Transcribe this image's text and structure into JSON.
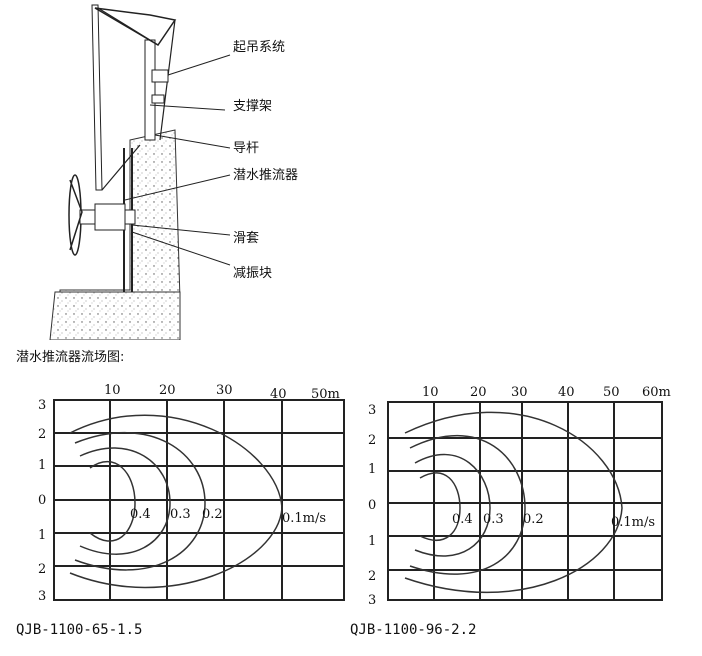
{
  "installation": {
    "labels": [
      "起吊系统",
      "支撑架",
      "导杆",
      "潜水推流器",
      "滑套",
      "减振块"
    ]
  },
  "section_title": "潜水推流器流场图:",
  "charts": [
    {
      "caption": "QJB-1100-65-1.5",
      "x_ticks": [
        "10",
        "20",
        "30",
        "40",
        "50m"
      ],
      "y_ticks": [
        "3",
        "2",
        "1",
        "0",
        "1",
        "2",
        "3"
      ],
      "contour_labels": [
        "0.4",
        "0.3",
        "0.2",
        "0.1m/s"
      ]
    },
    {
      "caption": "QJB-1100-96-2.2",
      "x_ticks": [
        "10",
        "20",
        "30",
        "40",
        "50",
        "60m"
      ],
      "y_ticks": [
        "3",
        "2",
        "1",
        "0",
        "1",
        "2",
        "3"
      ],
      "contour_labels": [
        "0.4",
        "0.3",
        "0.2",
        "0.1m/s"
      ]
    }
  ],
  "colors": {
    "line": "#222222",
    "background": "#ffffff"
  }
}
